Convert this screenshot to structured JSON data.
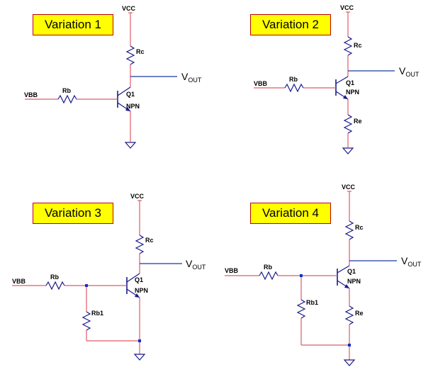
{
  "variations": [
    {
      "title": "Variation 1",
      "vcc": "VCC",
      "vbb": "VBB",
      "rb": "Rb",
      "rc": "Rc",
      "q": "Q1",
      "npn": "NPN",
      "vout_main": "V",
      "vout_sub": "OUT"
    },
    {
      "title": "Variation 2",
      "vcc": "VCC",
      "vbb": "VBB",
      "rb": "Rb",
      "rc": "Rc",
      "re": "Re",
      "q": "Q1",
      "npn": "NPN",
      "vout_main": "V",
      "vout_sub": "OUT"
    },
    {
      "title": "Variation 3",
      "vcc": "VCC",
      "vbb": "VBB",
      "rb": "Rb",
      "rb1": "Rb1",
      "rc": "Rc",
      "q": "Q1",
      "npn": "NPN",
      "vout_main": "V",
      "vout_sub": "OUT"
    },
    {
      "title": "Variation 4",
      "vcc": "VCC",
      "vbb": "VBB",
      "rb": "Rb",
      "rb1": "Rb1",
      "rc": "Rc",
      "re": "Re",
      "q": "Q1",
      "npn": "NPN",
      "vout_main": "V",
      "vout_sub": "OUT"
    }
  ],
  "colors": {
    "wire": "#e05a6a",
    "component": "#1a1a8a",
    "output": "#1a3aa0",
    "label_bg": "#ffff00",
    "label_border": "#c00000",
    "node": "#1030c0"
  }
}
